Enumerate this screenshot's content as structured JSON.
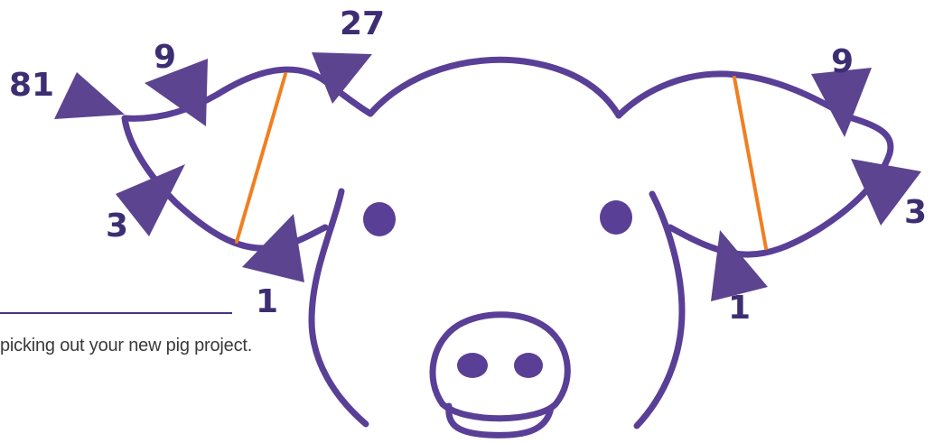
{
  "colors": {
    "outline": "#5a3f96",
    "arrow": "#5c4490",
    "number": "#3d2e73",
    "ear_line": "#f07f21"
  },
  "labels": {
    "left_top_corner": "81",
    "left_top": "9",
    "left_notch": "27",
    "left_bottom": "3",
    "left_base": "1",
    "right_top": "9",
    "right_tip": "3",
    "right_base": "1"
  },
  "caption": "picking out your new pig project."
}
